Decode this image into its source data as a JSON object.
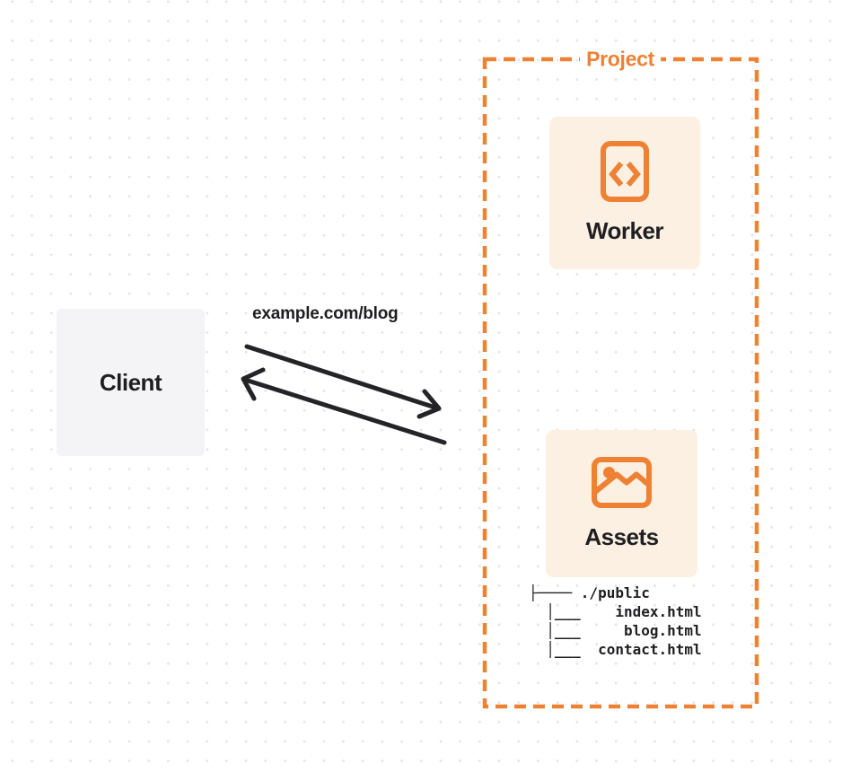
{
  "client": {
    "label": "Client"
  },
  "request": {
    "label": "example.com/blog"
  },
  "project": {
    "title": "Project",
    "worker": {
      "label": "Worker",
      "icon": "code-icon"
    },
    "assets": {
      "label": "Assets",
      "icon": "image-icon"
    },
    "file_tree": "├──── ./public\n  │___    index.html\n  │___     blog.html\n  │___  contact.html"
  },
  "colors": {
    "accent": "#EE8133",
    "card_bg": "#FBF0E2",
    "client_bg": "#F4F4F6",
    "ink": "#1F1F22",
    "arrow": "#242428",
    "dot": "#E4E4E7"
  }
}
